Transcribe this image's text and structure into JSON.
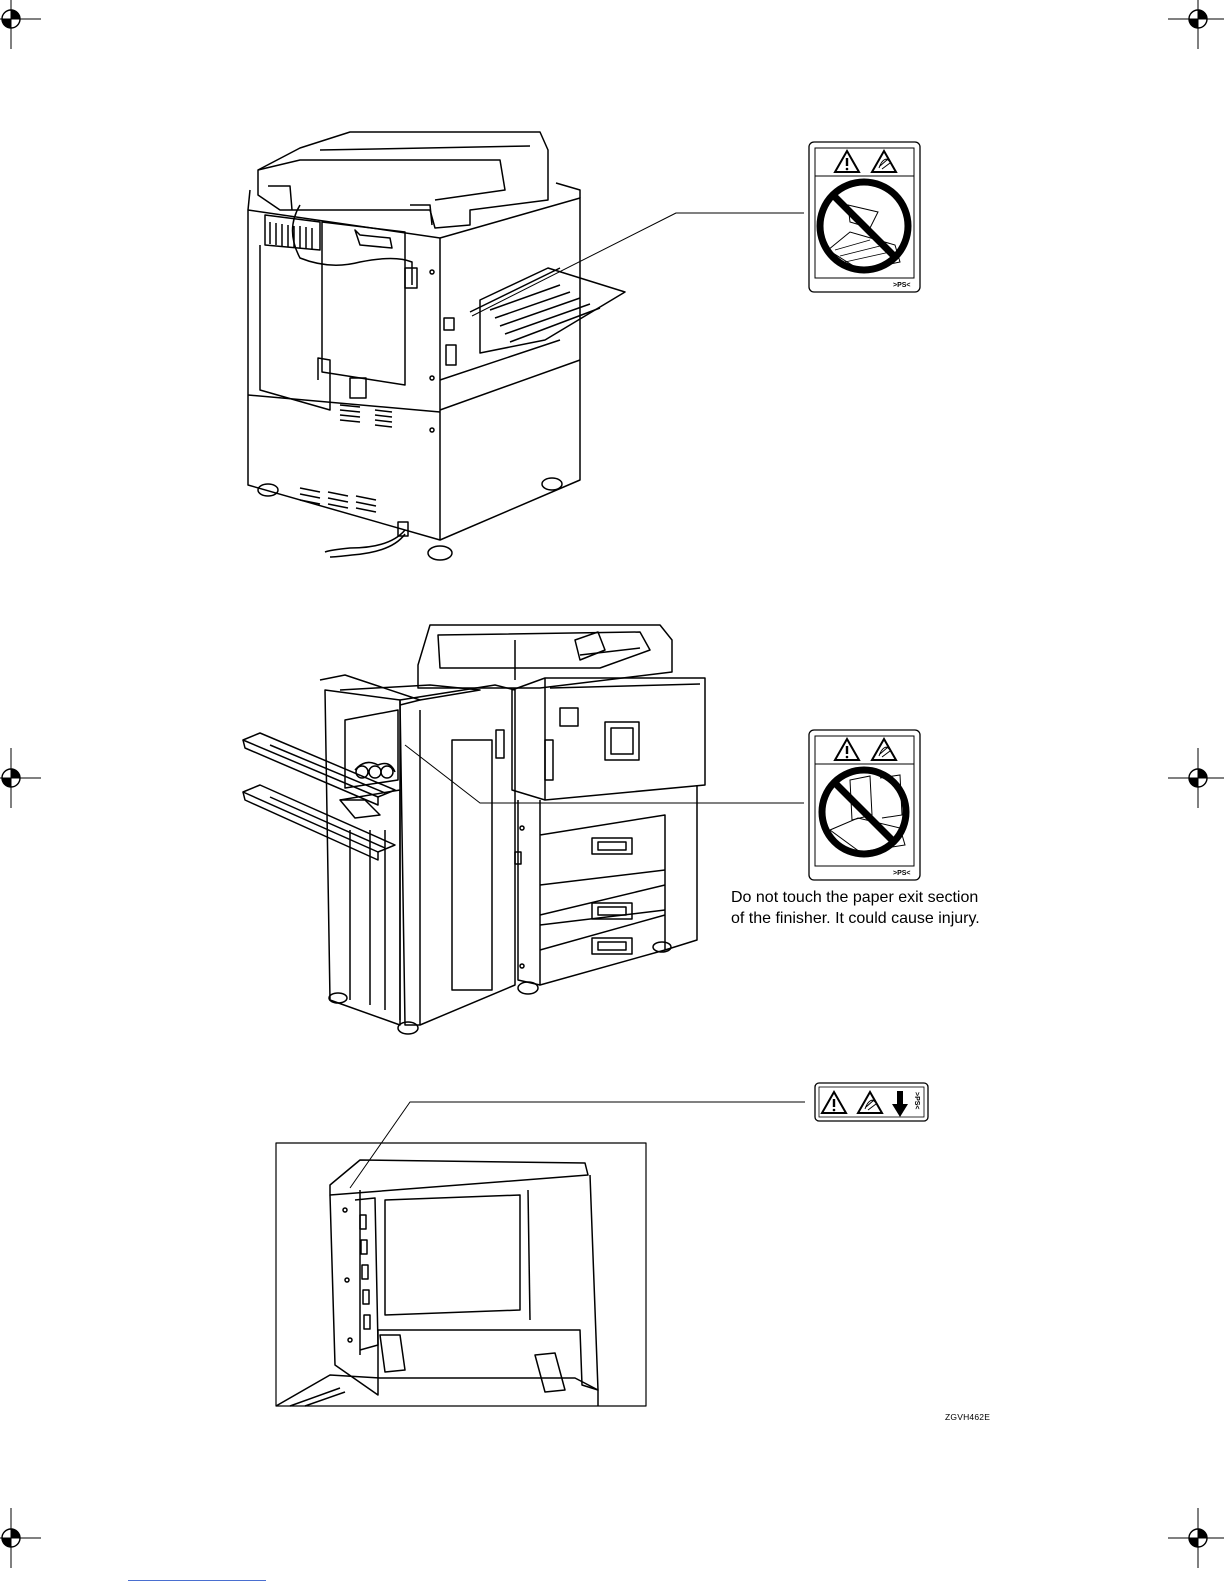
{
  "warning_caption": {
    "line1": "Do not touch the paper exit section",
    "line2": "of the finisher. It could cause injury."
  },
  "label_marks": {
    "label1": ">PS<",
    "label2": ">PS<",
    "label3": ">PS<"
  },
  "figure_code": "ZGVH462E",
  "icons": [
    "registration-mark-icon",
    "caution-triangle-icon",
    "hot-hand-icon",
    "prohibition-icon",
    "down-arrow-icon"
  ]
}
